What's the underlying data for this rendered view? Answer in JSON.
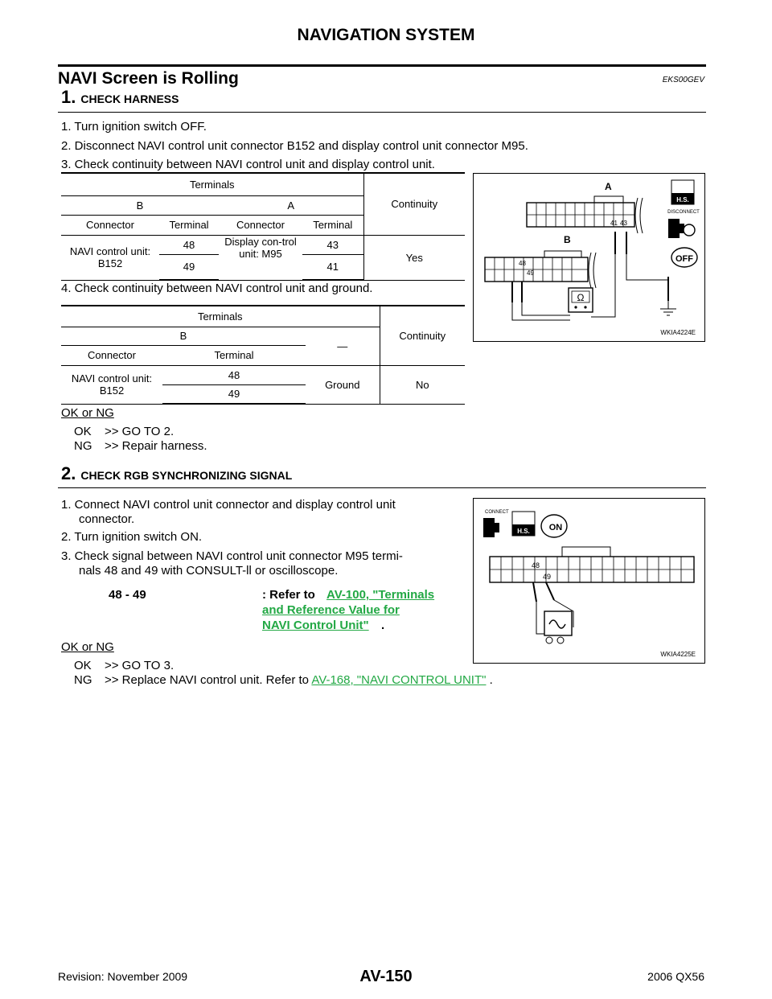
{
  "header": {
    "title": "NAVIGATION SYSTEM"
  },
  "section": {
    "title": "NAVI Screen is Rolling",
    "code": "EKS00GEV"
  },
  "step1": {
    "number": "1.",
    "label": "CHECK HARNESS",
    "items": [
      "1. Turn ignition switch OFF.",
      "2. Disconnect NAVI control unit connector B152 and display control unit connector M95.",
      "3. Check continuity between NAVI control unit and display control unit.",
      "4. Check continuity between NAVI control unit and ground."
    ],
    "table1": {
      "terminals": "Terminals",
      "continuity": "Continuity",
      "col_b": "B",
      "col_a": "A",
      "connector": "Connector",
      "terminal": "Terminal",
      "b_connector": "NAVI control unit: B152",
      "b_terminals": [
        "48",
        "49"
      ],
      "a_connector": "Display con-trol unit: M95",
      "a_terminals": [
        "43",
        "41"
      ],
      "result": "Yes"
    },
    "table2": {
      "terminals": "Terminals",
      "continuity": "Continuity",
      "col_b": "B",
      "dash": "—",
      "connector": "Connector",
      "terminal": "Terminal",
      "b_connector": "NAVI control unit: B152",
      "b_terminals": [
        "48",
        "49"
      ],
      "ground": "Ground",
      "result": "No"
    },
    "figure": {
      "label_a": "A",
      "label_b": "B",
      "pin_41": "41",
      "pin_43": "43",
      "pin_48": "48",
      "pin_49": "49",
      "ohm": "Ω",
      "disconnect": "DISCONNECT",
      "hs": "H.S.",
      "off": "OFF",
      "code": "WKIA4224E"
    },
    "ok_ng": "OK or NG",
    "ok": {
      "key": "OK",
      "text": ">> GO TO 2."
    },
    "ng": {
      "key": "NG",
      "text": ">> Repair harness."
    }
  },
  "step2": {
    "number": "2.",
    "label": "CHECK RGB SYNCHRONIZING SIGNAL",
    "items": [
      "1. Connect NAVI control unit connector and display control unit",
      "connector.",
      "2. Turn ignition switch ON.",
      "3. Check signal between NAVI control unit connector M95 termi-",
      "nals 48 and 49 with CONSULT-ll or oscilloscope."
    ],
    "ref": {
      "pins": "48 - 49",
      "prefix": ": Refer to",
      "link_line1": "AV-100, \"Terminals",
      "link_line2": "and Reference Value for",
      "link_line3": "NAVI Control Unit\"",
      "suffix": "."
    },
    "figure": {
      "connect": "CONNECT",
      "hs": "H.S.",
      "on": "ON",
      "pin_48": "48",
      "pin_49": "49",
      "code": "WKIA4225E"
    },
    "ok_ng": "OK or NG",
    "ok": {
      "key": "OK",
      "text": ">> GO TO 3."
    },
    "ng": {
      "key": "NG",
      "text": ">> Replace NAVI control unit. Refer to",
      "link": "AV-168, \"NAVI CONTROL UNIT\"",
      "suffix": "."
    }
  },
  "footer": {
    "revision": "Revision: November 2009",
    "page": "AV-150",
    "model": "2006 QX56"
  }
}
